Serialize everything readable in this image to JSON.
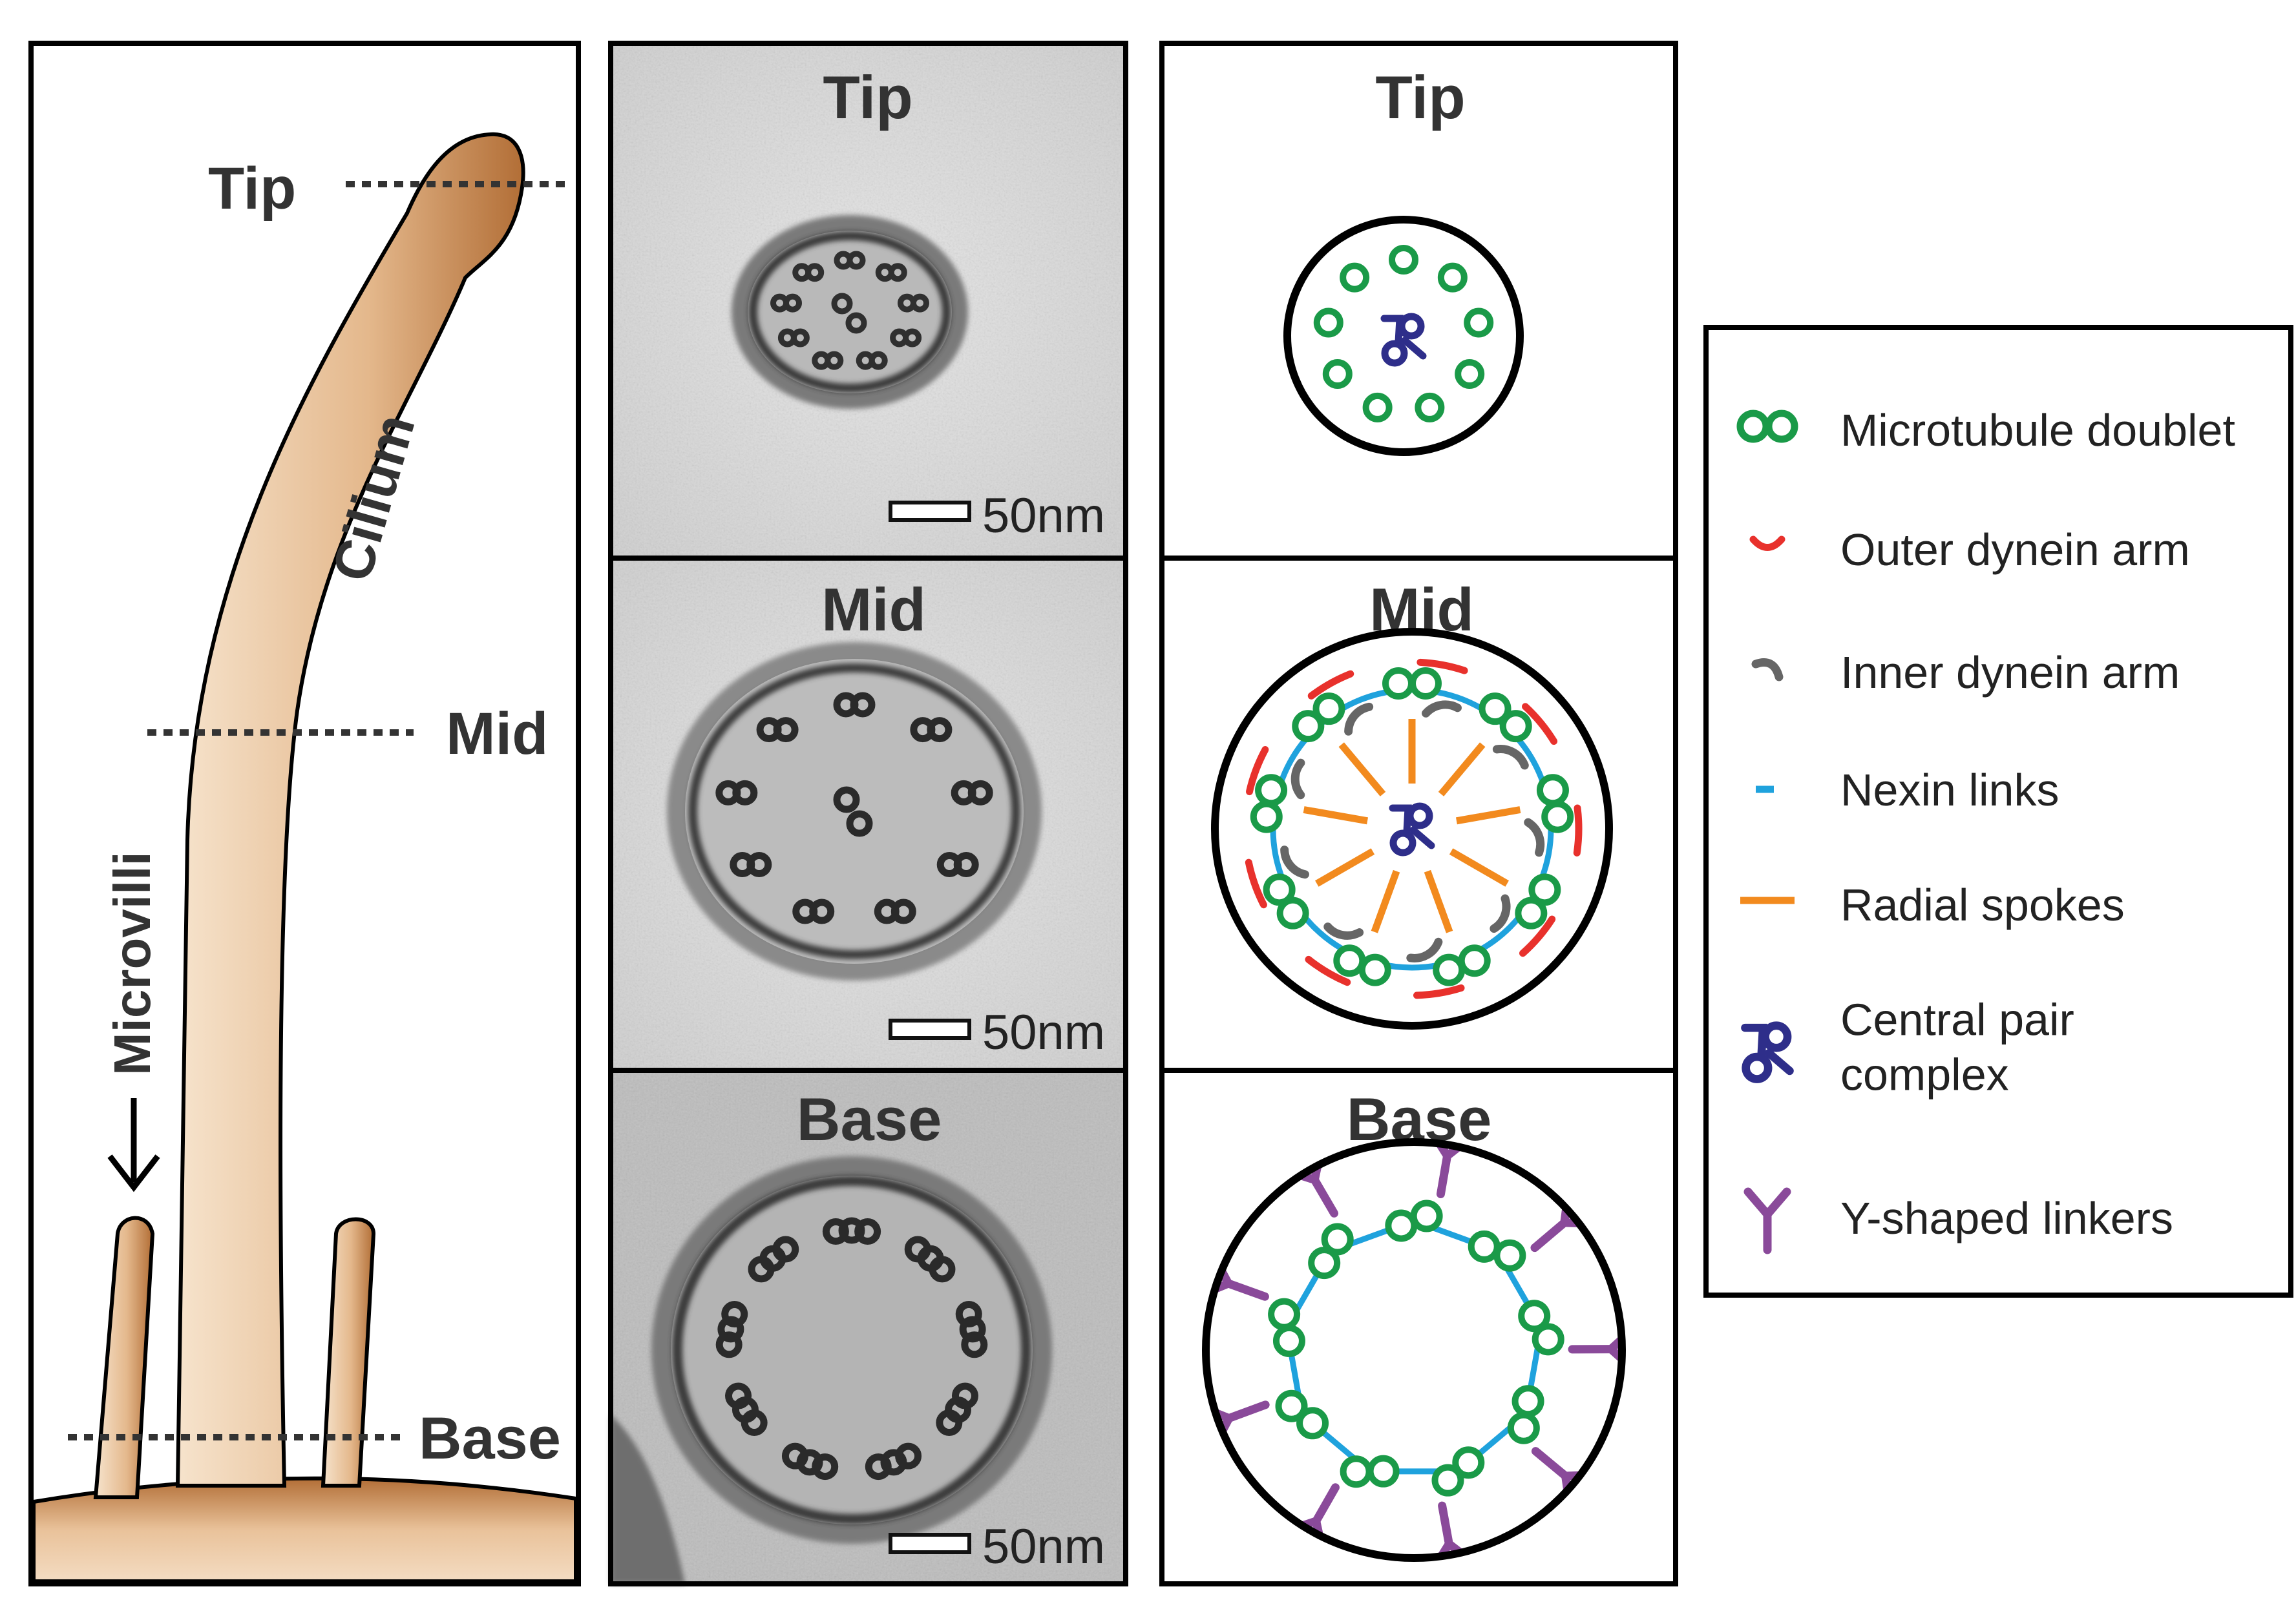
{
  "panel_schematic": {
    "levels": [
      "Tip",
      "Mid",
      "Base"
    ],
    "cilium_label": "Cilium",
    "microvilli_label": "Microvilli"
  },
  "panel_em": {
    "titles": [
      "Tip",
      "Mid",
      "Base"
    ],
    "scale_bar_label": "50nm"
  },
  "panel_diagram": {
    "titles": [
      "Tip",
      "Mid",
      "Base"
    ]
  },
  "legend": {
    "items": [
      {
        "key": "microtubule",
        "label": "Microtubule doublet",
        "color": "#1a9a48"
      },
      {
        "key": "outer_dynein",
        "label": "Outer dynein arm",
        "color": "#e8312c"
      },
      {
        "key": "inner_dynein",
        "label": "Inner dynein arm",
        "color": "#666666"
      },
      {
        "key": "nexin",
        "label": "Nexin links",
        "color": "#1fa2dd"
      },
      {
        "key": "radial",
        "label": "Radial spokes",
        "color": "#f28a1e"
      },
      {
        "key": "central",
        "label": "Central pair complex",
        "label_lines": [
          "Central pair",
          "complex"
        ],
        "color": "#2e2e8a"
      },
      {
        "key": "yshape",
        "label": "Y-shaped linkers",
        "color": "#8a4a9a"
      }
    ]
  },
  "colors": {
    "cilium_fill_light": "#f3dcc0",
    "cilium_fill_dark": "#b5723a",
    "frame": "#000000"
  }
}
